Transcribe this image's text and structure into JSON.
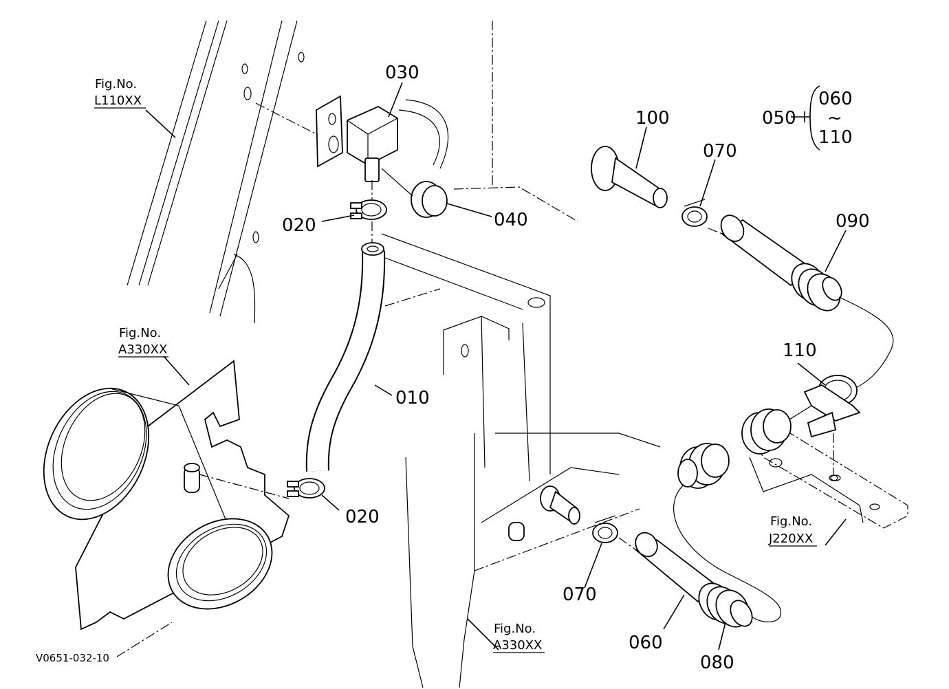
{
  "diagram": {
    "code": "V0651-032-10",
    "parts": [
      {
        "id": "p010",
        "label": "010"
      },
      {
        "id": "p020a",
        "label": "020"
      },
      {
        "id": "p020b",
        "label": "020"
      },
      {
        "id": "p030",
        "label": "030"
      },
      {
        "id": "p040",
        "label": "040"
      },
      {
        "id": "p050",
        "label": "050"
      },
      {
        "id": "p060a",
        "label": "060"
      },
      {
        "id": "p060b",
        "label": "060"
      },
      {
        "id": "p070a",
        "label": "070"
      },
      {
        "id": "p070b",
        "label": "070"
      },
      {
        "id": "p080",
        "label": "080"
      },
      {
        "id": "p090",
        "label": "090"
      },
      {
        "id": "p100",
        "label": "100"
      },
      {
        "id": "p110a",
        "label": "110"
      },
      {
        "id": "p110b",
        "label": "110"
      }
    ],
    "range_tilde": "~",
    "fig_refs": [
      {
        "title": "Fig.No.",
        "ref": "L110XX"
      },
      {
        "title": "Fig.No.",
        "ref": "A330XX"
      },
      {
        "title": "Fig.No.",
        "ref": "A330XX"
      },
      {
        "title": "Fig.No.",
        "ref": "J220XX"
      }
    ]
  }
}
